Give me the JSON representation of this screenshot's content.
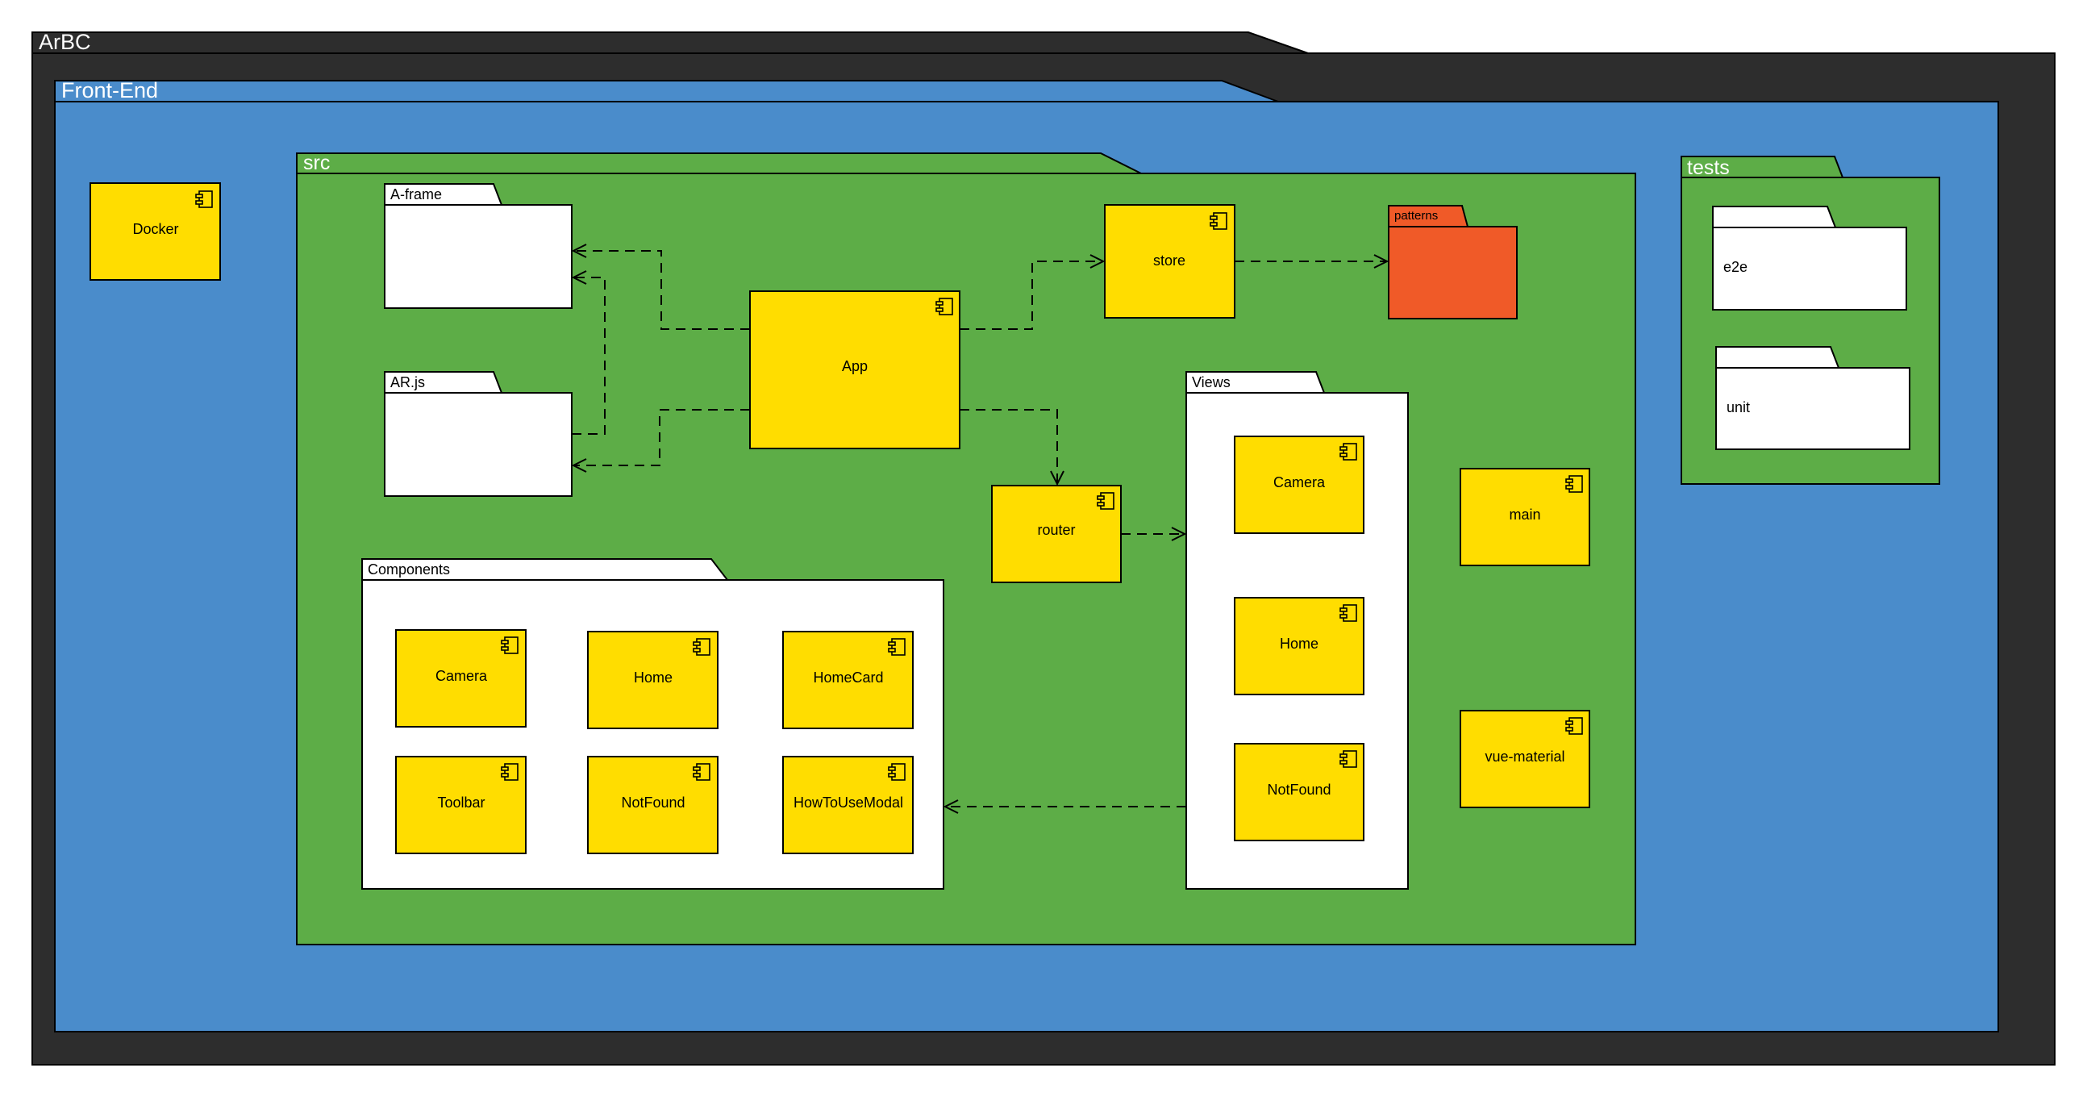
{
  "colors": {
    "outer": "#2d2d2d",
    "frontend": "#4a8ccb",
    "src": "#5dad47",
    "component": "#ffdd00",
    "patterns": "#f05a28",
    "package_white": "#ffffff"
  },
  "packages": {
    "arbc": "ArBC",
    "frontend": "Front-End",
    "src": "src",
    "tests": "tests",
    "aframe": "A-frame",
    "arjs": "AR.js",
    "components": "Components",
    "views": "Views",
    "patterns": "patterns",
    "e2e": "e2e",
    "unit": "unit"
  },
  "components": {
    "docker": "Docker",
    "app": "App",
    "store": "store",
    "router": "router",
    "main": "main",
    "vue_material": "vue-material",
    "views_camera": "Camera",
    "views_home": "Home",
    "views_notfound": "NotFound",
    "comp_camera": "Camera",
    "comp_home": "Home",
    "comp_homecard": "HomeCard",
    "comp_toolbar": "Toolbar",
    "comp_notfound": "NotFound",
    "comp_howtousemodal": "HowToUseModal"
  }
}
